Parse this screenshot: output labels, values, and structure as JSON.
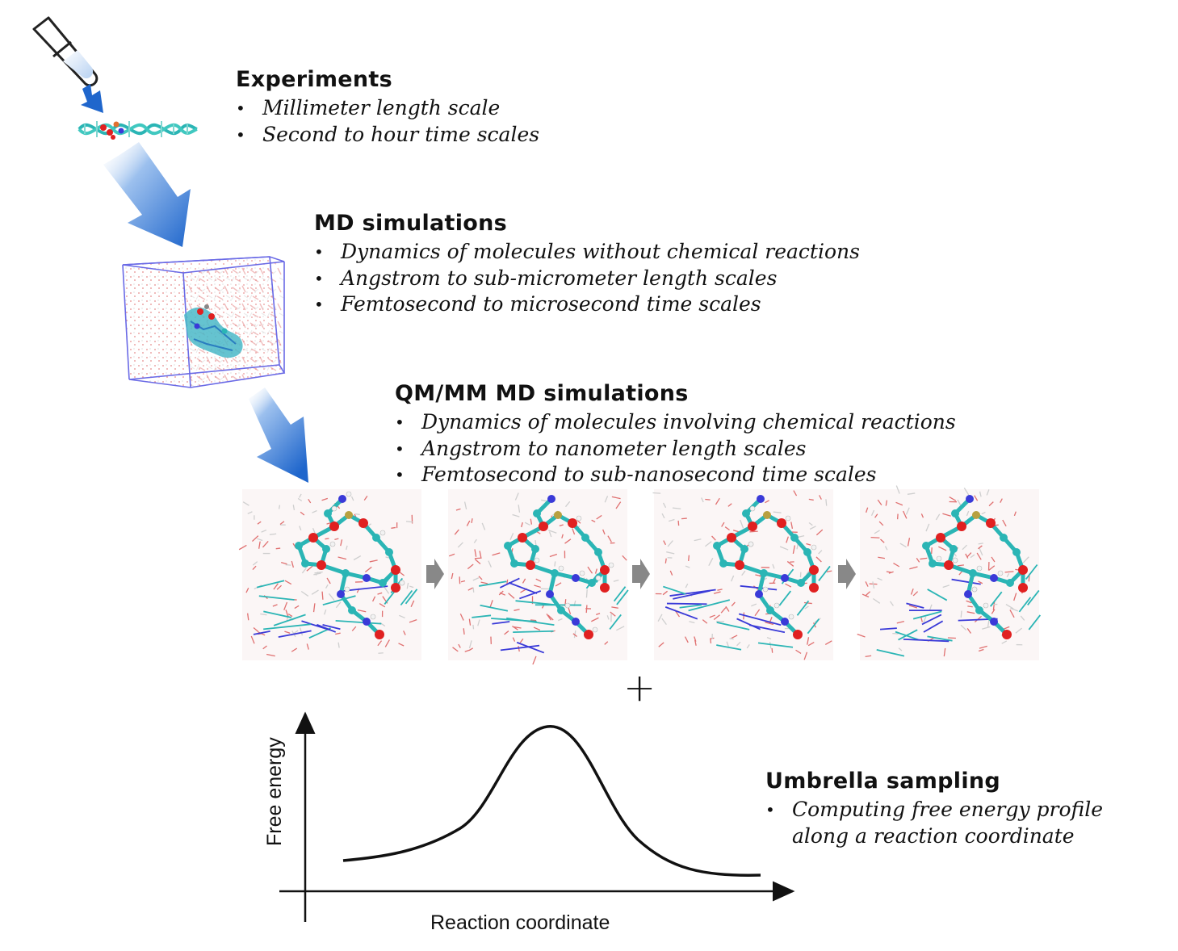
{
  "sections": {
    "experiments": {
      "title": "Experiments",
      "bullets": [
        "Millimeter length scale",
        "Second to hour time scales"
      ]
    },
    "md": {
      "title": "MD simulations",
      "bullets": [
        "Dynamics of molecules without chemical reactions",
        "Angstrom to sub-micrometer length scales",
        "Femtosecond to microsecond time scales"
      ]
    },
    "qmmm": {
      "title": "QM/MM MD simulations",
      "bullets": [
        "Dynamics of molecules involving chemical reactions",
        "Angstrom to nanometer length scales",
        "Femtosecond to sub-nanosecond time scales"
      ]
    },
    "umbrella": {
      "title": "Umbrella sampling",
      "bullets": [
        "Computing free energy profile",
        "along a reaction coordinate"
      ]
    }
  },
  "plus_sign": "+",
  "plot": {
    "ylabel": "Free energy",
    "xlabel": "Reaction coordinate"
  },
  "colors": {
    "arrow_blue": "#1f66cc",
    "water_red": "#e07070",
    "carbon_teal": "#2bb5b5",
    "oxygen_red": "#e02020",
    "nitrogen_blue": "#3a3ad8",
    "box_edge": "#6a6ae6",
    "step_arrow": "#888888"
  }
}
